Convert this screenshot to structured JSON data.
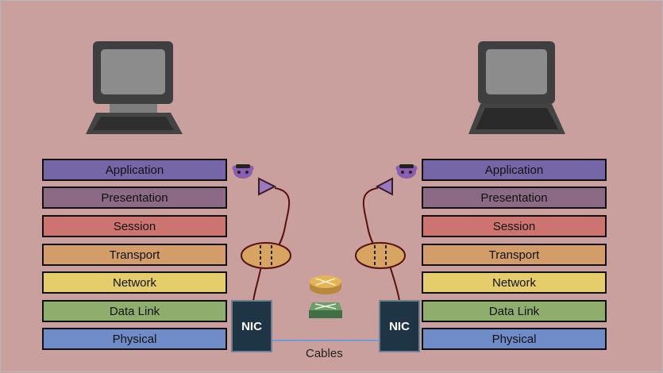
{
  "layers": [
    {
      "name": "Application",
      "color": "#7566a7"
    },
    {
      "name": "Presentation",
      "color": "#8b6a85"
    },
    {
      "name": "Session",
      "color": "#cd7370"
    },
    {
      "name": "Transport",
      "color": "#d29d69"
    },
    {
      "name": "Network",
      "color": "#e5cd6b"
    },
    {
      "name": "Data Link",
      "color": "#8fad6d"
    },
    {
      "name": "Physical",
      "color": "#6f8cc9"
    }
  ],
  "left_stack": {
    "labels": [
      "Application",
      "Presentation",
      "Session",
      "Transport",
      "Network",
      "Data Link",
      "Physical"
    ]
  },
  "right_stack": {
    "labels": [
      "Application",
      "Presentation",
      "Session",
      "Transport",
      "Network",
      "Data Link",
      "Physical"
    ]
  },
  "nic_left": "NIC",
  "nic_right": "NIC",
  "cables": "Cables",
  "colors": {
    "background": "#c9a09e",
    "nic": "#1e3545",
    "cable": "#6f9bd6",
    "wire": "#5a1010",
    "computer_body": "#3f3f3f",
    "computer_screen": "#8c8c8c"
  },
  "icons": [
    "computer-icon",
    "alien-icon",
    "triangle-plug-icon",
    "ellipse-connector-icon",
    "router-icon",
    "switch-icon"
  ]
}
